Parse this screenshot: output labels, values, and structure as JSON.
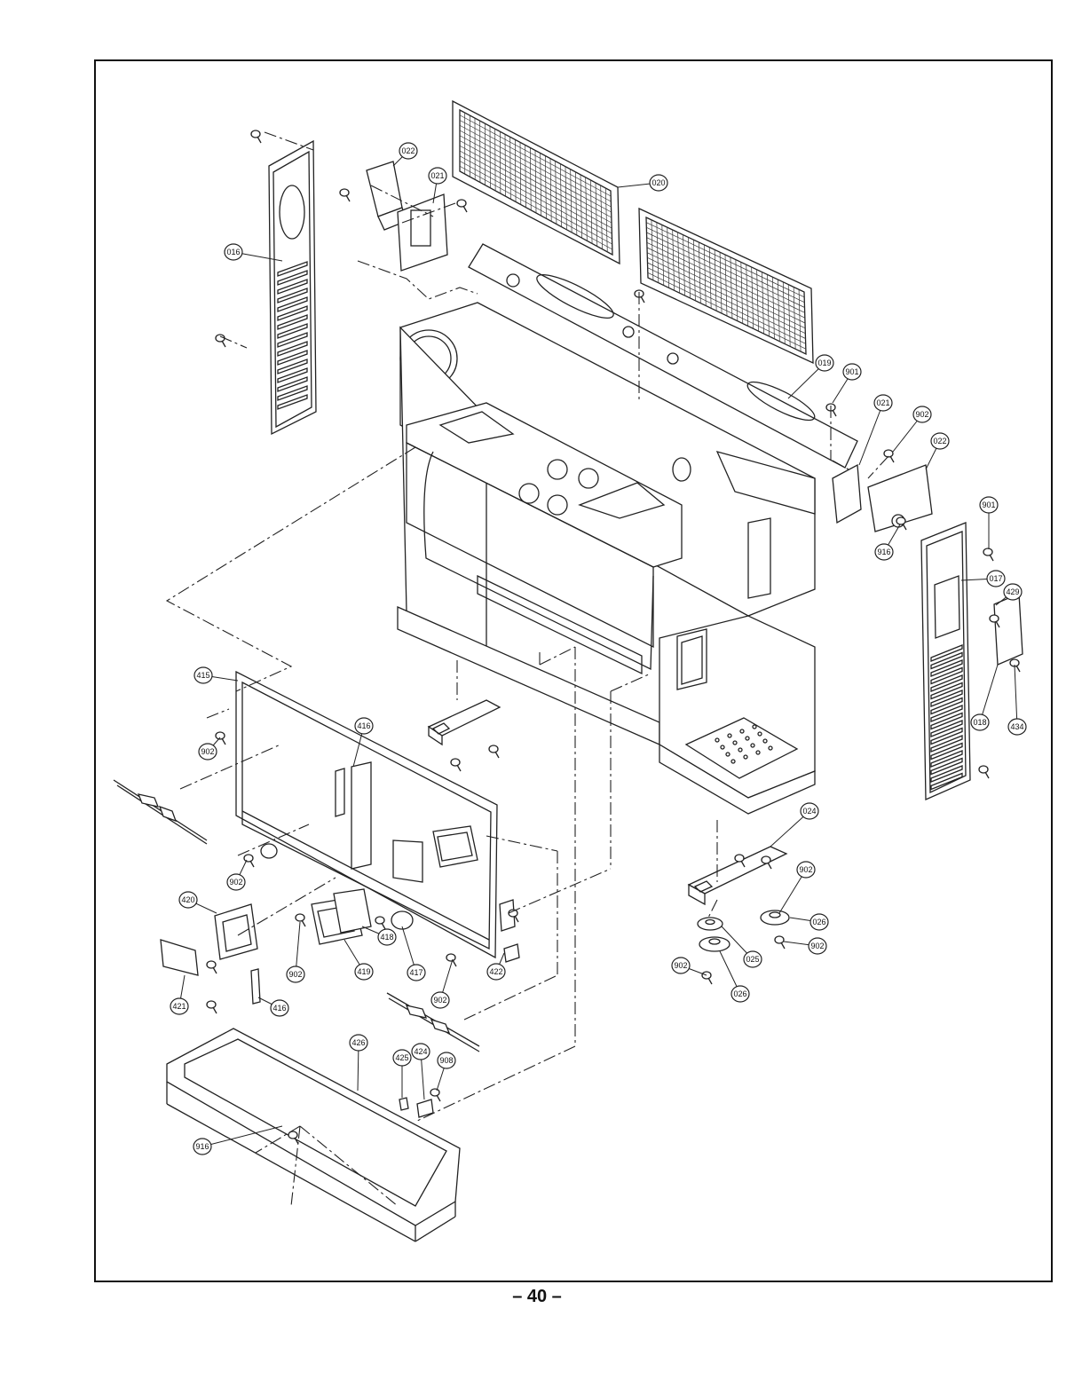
{
  "page": {
    "number_label": "– 40 –"
  },
  "callouts": [
    {
      "id": "c-020",
      "label": "020"
    },
    {
      "id": "c-022a",
      "label": "022"
    },
    {
      "id": "c-021a",
      "label": "021"
    },
    {
      "id": "c-016",
      "label": "016"
    },
    {
      "id": "c-019",
      "label": "019"
    },
    {
      "id": "c-901a",
      "label": "901"
    },
    {
      "id": "c-021b",
      "label": "021"
    },
    {
      "id": "c-902a",
      "label": "902"
    },
    {
      "id": "c-022b",
      "label": "022"
    },
    {
      "id": "c-901b",
      "label": "901"
    },
    {
      "id": "c-017",
      "label": "017"
    },
    {
      "id": "c-916a",
      "label": "916"
    },
    {
      "id": "c-429",
      "label": "429"
    },
    {
      "id": "c-018",
      "label": "018"
    },
    {
      "id": "c-434",
      "label": "434"
    },
    {
      "id": "c-415",
      "label": "415"
    },
    {
      "id": "c-902b",
      "label": "902"
    },
    {
      "id": "c-416a",
      "label": "416"
    },
    {
      "id": "c-902c",
      "label": "902"
    },
    {
      "id": "c-420",
      "label": "420"
    },
    {
      "id": "c-421",
      "label": "421"
    },
    {
      "id": "c-416b",
      "label": "416"
    },
    {
      "id": "c-902d",
      "label": "902"
    },
    {
      "id": "c-419",
      "label": "419"
    },
    {
      "id": "c-418",
      "label": "418"
    },
    {
      "id": "c-417",
      "label": "417"
    },
    {
      "id": "c-422",
      "label": "422"
    },
    {
      "id": "c-902e",
      "label": "902"
    },
    {
      "id": "c-024",
      "label": "024"
    },
    {
      "id": "c-902f",
      "label": "902"
    },
    {
      "id": "c-026a",
      "label": "026"
    },
    {
      "id": "c-902g",
      "label": "902"
    },
    {
      "id": "c-025",
      "label": "025"
    },
    {
      "id": "c-902h",
      "label": "902"
    },
    {
      "id": "c-026b",
      "label": "026"
    },
    {
      "id": "c-426",
      "label": "426"
    },
    {
      "id": "c-425",
      "label": "425"
    },
    {
      "id": "c-424",
      "label": "424"
    },
    {
      "id": "c-908",
      "label": "908"
    },
    {
      "id": "c-916b",
      "label": "916"
    }
  ]
}
